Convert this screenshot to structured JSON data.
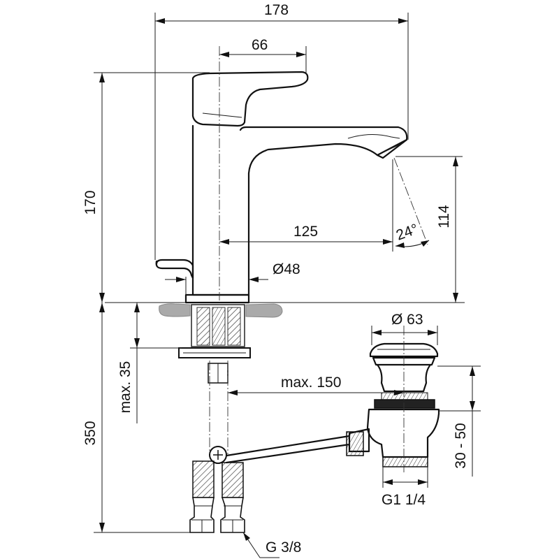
{
  "dimensions": {
    "overall_width": "178",
    "lever_length": "66",
    "total_height": "170",
    "spout_reach": "125",
    "outlet_height": "114",
    "spout_angle": "24°",
    "base_diameter": "Ø48",
    "deck_thickness": "max. 35",
    "below_deck_length": "350",
    "waste_diameter": "Ø 63",
    "rod_reach": "max. 150",
    "waste_depth": "30 - 50",
    "waste_thread": "G1 1/4",
    "supply_thread": "G 3/8"
  },
  "colors": {
    "line": "#111111",
    "deck_fill": "#b0b0b0"
  }
}
